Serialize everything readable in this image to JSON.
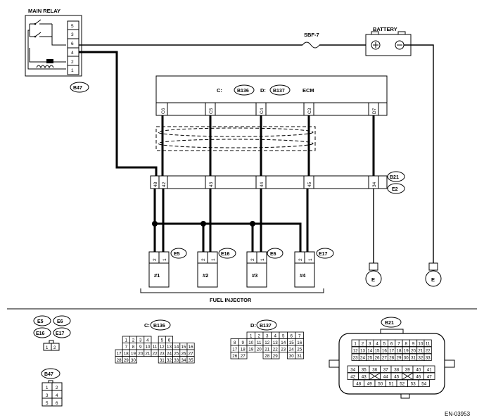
{
  "main_relay": {
    "title": "MAIN RELAY",
    "pins": [
      "5",
      "3",
      "6",
      "4",
      "2",
      "1"
    ],
    "connector": "B47"
  },
  "fuse": {
    "label": "SBF-7"
  },
  "battery": {
    "label": "BATTERY"
  },
  "ecm": {
    "label": "ECM",
    "c_prefix": "C:",
    "c_connector": "B136",
    "d_prefix": "D:",
    "d_connector": "B137",
    "pins": [
      "C6",
      "C5",
      "C4",
      "C3",
      "D7"
    ]
  },
  "harness": {
    "connectors": [
      "B21",
      "E2"
    ],
    "pins": [
      "48",
      "42",
      "43",
      "44",
      "45",
      "34"
    ]
  },
  "injectors": [
    {
      "connector": "E5",
      "number": "#1",
      "pins": [
        "2",
        "1"
      ]
    },
    {
      "connector": "E16",
      "number": "#2",
      "pins": [
        "2",
        "1"
      ]
    },
    {
      "connector": "E6",
      "number": "#3",
      "pins": [
        "2",
        "1"
      ]
    },
    {
      "connector": "E17",
      "number": "#4",
      "pins": [
        "2",
        "1"
      ]
    }
  ],
  "ground_symbol": "E",
  "fuel_injector_label": "FUEL INJECTOR",
  "legend": {
    "e_connectors": [
      "E5",
      "E6",
      "E16",
      "E17"
    ],
    "e_pins": [
      "1",
      "2"
    ],
    "b136": {
      "prefix": "C:",
      "name": "B136",
      "rows": [
        [
          "1",
          "2",
          "3",
          "4",
          "",
          "5",
          "6"
        ],
        [
          "7",
          "8",
          "9",
          "10",
          "11",
          "12",
          "13",
          "14",
          "15",
          "16"
        ],
        [
          "17",
          "18",
          "19",
          "20",
          "21",
          "22",
          "23",
          "24",
          "25",
          "26",
          "27"
        ],
        [
          "28",
          "29",
          "30",
          "",
          "",
          "",
          "31",
          "32",
          "33",
          "34",
          "35"
        ]
      ]
    },
    "b137": {
      "prefix": "D:",
      "name": "B137",
      "rows": [
        [
          "1",
          "2",
          "3",
          "4",
          "5",
          "6",
          "7"
        ],
        [
          "8",
          "9",
          "10",
          "11",
          "12",
          "13",
          "14",
          "15",
          "16"
        ],
        [
          "17",
          "18",
          "19",
          "20",
          "21",
          "22",
          "23",
          "24",
          "25"
        ],
        [
          "26",
          "27",
          "28",
          "29",
          "30",
          "31"
        ]
      ]
    },
    "b21": {
      "name": "B21",
      "rows": [
        [
          "1",
          "2",
          "3",
          "4",
          "5",
          "6",
          "7",
          "8",
          "9",
          "10",
          "11"
        ],
        [
          "12",
          "13",
          "14",
          "15",
          "16",
          "17",
          "18",
          "19",
          "20",
          "21",
          "22"
        ],
        [
          "23",
          "24",
          "25",
          "26",
          "27",
          "28",
          "29",
          "30",
          "31",
          "32",
          "33"
        ],
        [
          "34",
          "35",
          "36",
          "37",
          "38",
          "39",
          "40",
          "41"
        ],
        [
          "42",
          "43",
          "44",
          "45",
          "46",
          "47"
        ],
        [
          "48",
          "49",
          "50",
          "51",
          "52",
          "53",
          "54"
        ]
      ]
    },
    "b47": {
      "name": "B47",
      "pins": [
        "1",
        "2",
        "3",
        "4",
        "5",
        "6"
      ]
    }
  },
  "figure_code": "EN-03953"
}
